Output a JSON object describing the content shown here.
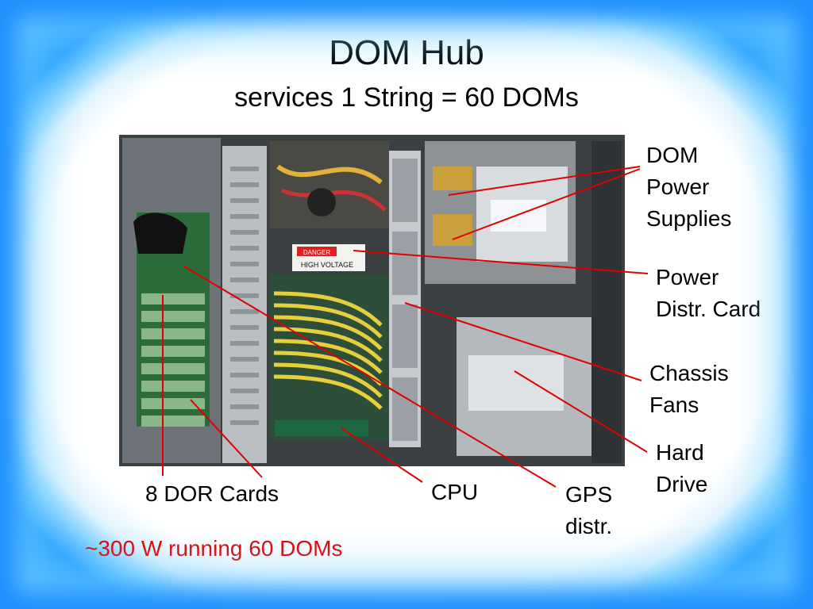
{
  "slide": {
    "title": "DOM Hub",
    "subtitle": "services 1 String = 60 DOMs",
    "labels": {
      "dom_power_supplies": "DOM\nPower\nSupplies",
      "power_distr_card": "Power\nDistr. Card",
      "chassis_fans": "Chassis\nFans",
      "hard_drive": "Hard\nDrive",
      "gps_distr": "GPS\ndistr.",
      "cpu": "CPU",
      "dor_cards": "8 DOR Cards"
    },
    "photo_text": {
      "danger": "DANGER",
      "high_voltage": "HIGH VOLTAGE"
    },
    "note": "~300 W running 60 DOMs"
  },
  "colors": {
    "accent_red": "#e00000",
    "frame_blue": "#1f8fff"
  }
}
